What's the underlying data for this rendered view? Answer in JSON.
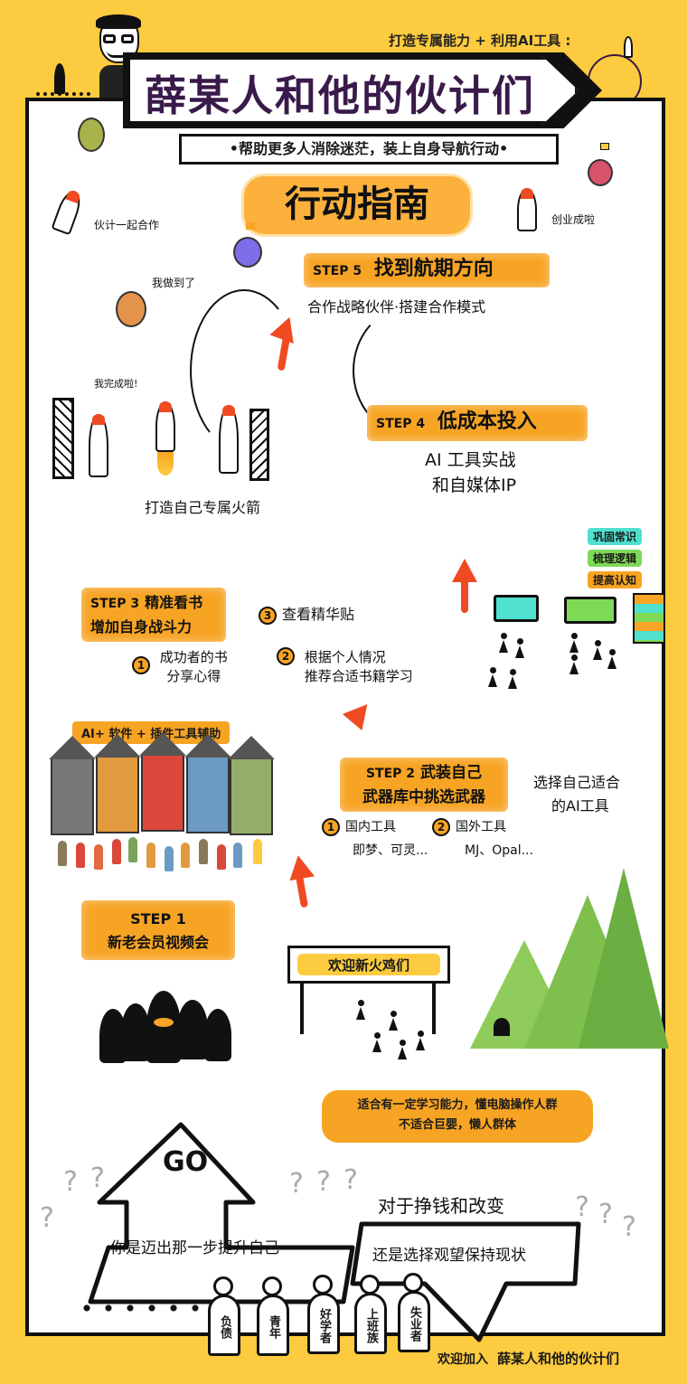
{
  "header": {
    "top_tag": "打造专属能力 + 利用AI工具 :",
    "title": "薛某人和他的伙计们",
    "subtitle": "•帮助更多人消除迷茫，装上自身导航行动•",
    "section_title": "行动指南"
  },
  "decor_labels": {
    "partners": "伙计一起合作",
    "startup": "创业成啦",
    "i_did_it": "我做到了",
    "i_completed": "我完成啦!",
    "build_rocket": "打造自己专属火箭"
  },
  "steps": [
    {
      "step_no": "STEP 1",
      "title": "新老会员视频会",
      "details": []
    },
    {
      "step_no": "STEP 2",
      "title": "武装自己",
      "title_line2": "武器库中挑选武器",
      "side_note_line1": "选择自己适合",
      "side_note_line2": "的AI工具",
      "details": [
        {
          "num": "1",
          "label": "国内工具",
          "examples": "即梦、可灵..."
        },
        {
          "num": "2",
          "label": "国外工具",
          "examples": "MJ、Opal..."
        }
      ],
      "banner": "AI+ 软件 + 插件工具辅助"
    },
    {
      "step_no": "STEP 3",
      "title": "精准看书",
      "title_line2": "增加自身战斗力",
      "details": [
        {
          "num": "1",
          "line1": "成功者的书",
          "line2": "分享心得"
        },
        {
          "num": "2",
          "line1": "根据个人情况",
          "line2": "推荐合适书籍学习"
        },
        {
          "num": "3",
          "line1": "查看精华贴"
        }
      ]
    },
    {
      "step_no": "STEP 4",
      "title": "低成本投入",
      "sub_line1": "AI 工具实战",
      "sub_line2": "和自媒体IP",
      "tags": [
        {
          "label": "巩固常识",
          "color": "#4FE0D0"
        },
        {
          "label": "梳理逻辑",
          "color": "#7ED957"
        },
        {
          "label": "提高认知",
          "color": "#F7A424"
        }
      ]
    },
    {
      "step_no": "STEP 5",
      "title": "找到航期方向",
      "sub_line1": "合作战略伙伴·搭建合作模式"
    }
  ],
  "welcome_sign": "欢迎新火鸡们",
  "audience_note": {
    "line1": "适合有一定学习能力，懂电脑操作人群",
    "line2": "不适合巨婴，懒人群体"
  },
  "bottom": {
    "go_label": "GO",
    "question": "对于挣钱和改变",
    "option_up": "你是迈出那一步提升自己",
    "option_down": "还是选择观望保持现状",
    "question_marks": "? ? ?",
    "personas": [
      "负债",
      "青年",
      "好学者",
      "上班族",
      "失业者"
    ],
    "footer_prefix": "欢迎加入",
    "footer_brand": "薛某人和他的伙计们"
  },
  "colors": {
    "background": "#FDCB3F",
    "accent_orange": "#F7A424",
    "arrow_red": "#F04A23",
    "title_purple": "#3a1a4a",
    "outline": "#111111"
  }
}
